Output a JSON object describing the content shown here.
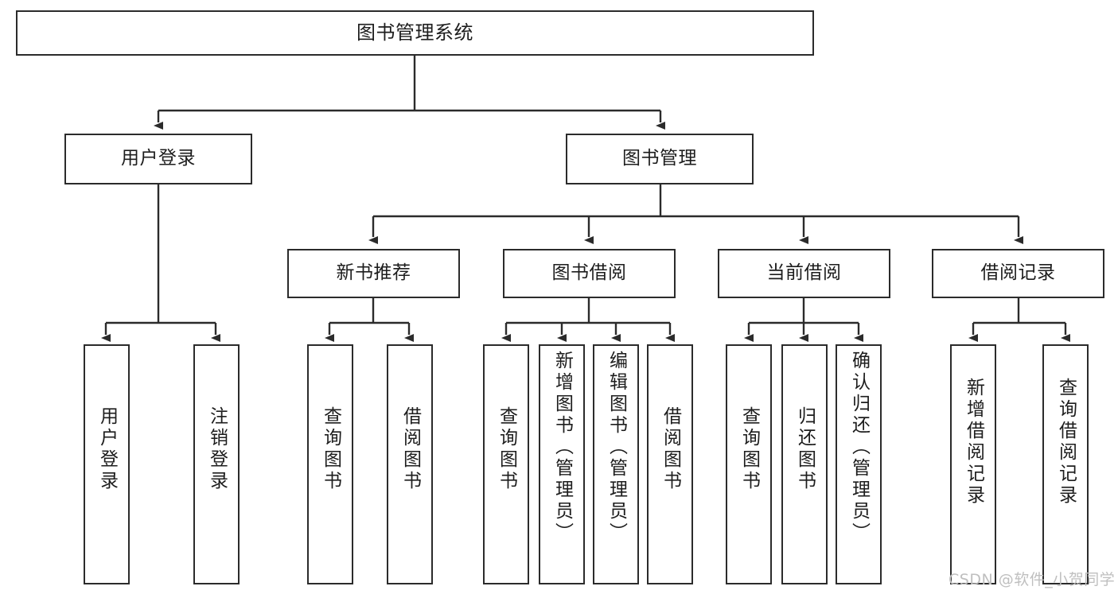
{
  "diagram": {
    "type": "tree-hierarchy",
    "title": "图书管理系统",
    "watermark": "CSDN @软件_小贺同学",
    "colors": {
      "box_border": "#2b2b2b",
      "box_fill": "#ffffff",
      "edge": "#2b2b2b",
      "text": "#1d1d1d",
      "watermark": "#bfbfbf",
      "background": "#ffffff"
    },
    "nodes": {
      "root": {
        "label": "图书管理系统"
      },
      "level2": [
        {
          "label": "用户登录"
        },
        {
          "label": "图书管理"
        }
      ],
      "level3": [
        {
          "label": "新书推荐"
        },
        {
          "label": "图书借阅"
        },
        {
          "label": "当前借阅"
        },
        {
          "label": "借阅记录"
        }
      ],
      "leaves": {
        "user_login": [
          {
            "label": "用户登录"
          },
          {
            "label": "注销登录"
          }
        ],
        "new_book_recommend": [
          {
            "label": "查询图书"
          },
          {
            "label": "借阅图书"
          }
        ],
        "book_borrow": [
          {
            "label": "查询图书"
          },
          {
            "label": "新增图书（管理员）"
          },
          {
            "label": "编辑图书（管理员）"
          },
          {
            "label": "借阅图书"
          }
        ],
        "current_borrow": [
          {
            "label": "查询图书"
          },
          {
            "label": "归还图书"
          },
          {
            "label": "确认归还（管理员）"
          }
        ],
        "borrow_record": [
          {
            "label": "新增借阅记录"
          },
          {
            "label": "查询借阅记录"
          }
        ]
      }
    }
  }
}
